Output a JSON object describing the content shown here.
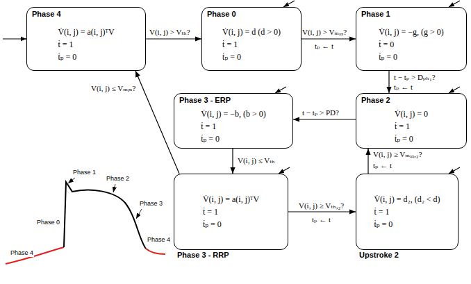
{
  "diagram": {
    "nodes": [
      {
        "text": [
          "Phase 4",
          "V̇(i, j) = a(i, j)ᵀV",
          "ṫ = 1",
          "ṫₚ = 0"
        ]
      },
      {
        "text": [
          "Phase 0",
          "V̇(i, j) = d (d > 0)",
          "ṫ = 1",
          "ṫₚ = 0"
        ]
      },
      {
        "text": [
          "Phase 1",
          "V̇(i, j) = −g, (g > 0)",
          "ṫ = 0",
          "ṫₚ = 0"
        ]
      },
      {
        "text": [
          "Phase 3 - ERP",
          "V̇(i, j) = −b, (b > 0)",
          "ṫ = 1",
          "ṫₚ = 0"
        ]
      },
      {
        "text": [
          "Phase 2",
          "V̇(i, j) = 0",
          "ṫ = 1",
          "ṫₚ = 0"
        ]
      },
      {
        "text": [
          "Phase 3 - RRP",
          "V̇(i, j) = a(i, j)ᵀV",
          "ṫ = 1",
          "ṫₚ = 0"
        ]
      },
      {
        "text": [
          "Upstroke 2",
          "V̇(i, j) = d₂, (d₂ < d)",
          "ṫ = 1",
          "ṫₚ = 0"
        ]
      }
    ],
    "edges": [
      {
        "from": 0,
        "to": 1,
        "arrow": "to",
        "label": "V(i, j) > Vₜₕ?"
      },
      {
        "from": 1,
        "to": 2,
        "arrow": "to",
        "label": "V(i, j) > Vₘₐₓ?"
      },
      {
        "from": 2,
        "to": 4,
        "arrow": "to",
        "label": "t − tₚ > Dₚₕ₁?"
      },
      {
        "from": 4,
        "to": 3,
        "arrow": "to",
        "label": "t − tₚ > PD?"
      },
      {
        "from": 3,
        "to": 5,
        "arrow": "to",
        "label": "V(i, j) ≤ Vₜₕ"
      },
      {
        "from": 5,
        "to": 6,
        "arrow": "to",
        "label": "V(i, j) ≥ Vₜₕ,₂?"
      },
      {
        "from": 6,
        "to": 4,
        "arrow": "to",
        "label": "V(i, j) ≥ Vₘₐₓ,₂?"
      },
      {
        "from": 5,
        "to": 0,
        "arrow": "to",
        "label": "V(i, j) ≤ Vₘᵢₙ?"
      }
    ],
    "labels": [
      "tₚ ← t",
      "tₚ ← t",
      "tₚ ← t",
      "tₚ ← t",
      "Phase 1",
      "Phase 2",
      "Phase 3",
      "Phase 0",
      "Phase 4",
      "Phase 4"
    ]
  }
}
